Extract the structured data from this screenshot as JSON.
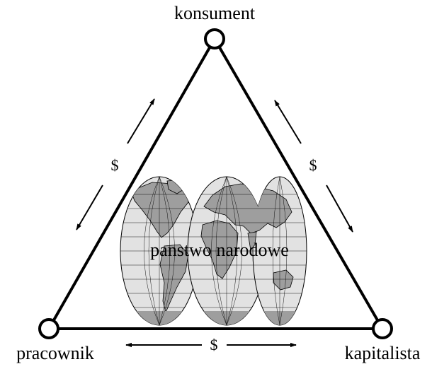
{
  "nodes": {
    "top": {
      "label": "konsument"
    },
    "bottom_left": {
      "label": "pracownik"
    },
    "bottom_right": {
      "label": "kapitalista"
    }
  },
  "center_label": "panstwo narodowe",
  "edges": {
    "left": {
      "label": "$"
    },
    "right": {
      "label": "$"
    },
    "bottom": {
      "label": "$"
    }
  },
  "map": {
    "icon": "interrupted-world-map-icon"
  },
  "colors": {
    "line": "#000000",
    "ocean": "#e2e2e2",
    "land": "#9e9e9e",
    "graticule": "#000000",
    "background": "#ffffff"
  }
}
